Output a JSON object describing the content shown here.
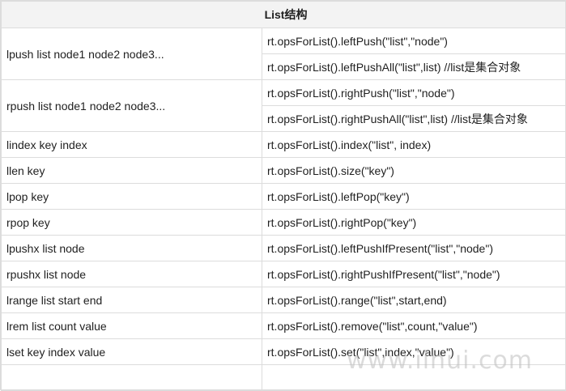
{
  "table": {
    "title": "List结构",
    "rows": [
      {
        "command": "lpush list node1 node2 node3...",
        "java": [
          "rt.opsForList().leftPush(\"list\",\"node\")",
          "rt.opsForList().leftPushAll(\"list\",list) //list是集合对象"
        ]
      },
      {
        "command": "rpush list node1 node2 node3...",
        "java": [
          "rt.opsForList().rightPush(\"list\",\"node\")",
          "rt.opsForList().rightPushAll(\"list\",list) //list是集合对象"
        ]
      },
      {
        "command": "lindex key index",
        "java": [
          "rt.opsForList().index(\"list\", index)"
        ]
      },
      {
        "command": "llen key",
        "java": [
          "rt.opsForList().size(\"key\")"
        ]
      },
      {
        "command": "lpop key",
        "java": [
          "rt.opsForList().leftPop(\"key\")"
        ]
      },
      {
        "command": "rpop key",
        "java": [
          "rt.opsForList().rightPop(\"key\")"
        ]
      },
      {
        "command": "lpushx list node",
        "java": [
          "rt.opsForList().leftPushIfPresent(\"list\",\"node\")"
        ]
      },
      {
        "command": "rpushx list node",
        "java": [
          "rt.opsForList().rightPushIfPresent(\"list\",\"node\")"
        ]
      },
      {
        "command": "lrange list start end",
        "java": [
          "rt.opsForList().range(\"list\",start,end)"
        ]
      },
      {
        "command": "lrem list count value",
        "java": [
          "rt.opsForList().remove(\"list\",count,\"value\")"
        ]
      },
      {
        "command": "lset key index value",
        "java": [
          "rt.opsForList().set(\"list\",index,\"value\")"
        ]
      }
    ]
  },
  "watermark": "www.ilnui.com"
}
